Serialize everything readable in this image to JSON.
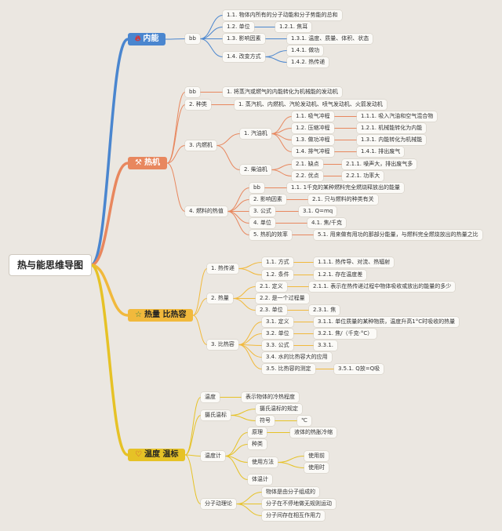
{
  "title": "热与能思维导图",
  "branches": {
    "neineng": {
      "label": "内能",
      "icon": "fire-icon",
      "color": "#4a86cf"
    },
    "reji": {
      "label": "热机",
      "icon": "hammer-icon",
      "color": "#e8875e"
    },
    "reliang": {
      "label": "热量 比热容",
      "icon": "star-icon",
      "color": "#f1b93c"
    },
    "wendu": {
      "label": "温度 温标",
      "icon": "heart-icon",
      "color": "#e6c226"
    }
  },
  "neineng": {
    "bb": "bb",
    "def": "1.1. 物体内所有的分子动能和分子势能的总和",
    "unit": "1.2. 单位",
    "unit_val": "1.2.1. 焦耳",
    "factors": "1.3. 影响因素",
    "factors_val": "1.3.1. 温度、质量、体积、状态",
    "change": "1.4. 改变方式",
    "change_1": "1.4.1. 做功",
    "change_2": "1.4.2. 热传递"
  },
  "reji": {
    "bb": "bb",
    "def": "1. 将蒸汽或燃气的内能转化为机械能的发动机",
    "kinds": "2. 种类",
    "kinds_val": "1. 蒸汽机、内燃机、汽轮发动机、喷气发动机、火箭发动机",
    "ic": "3. 内燃机",
    "gas": "1. 汽油机",
    "s1": "1.1. 吸气冲程",
    "s1v": "1.1.1. 吸入汽油和空气混合物",
    "s2": "1.2. 压缩冲程",
    "s2v": "1.2.1. 机械能转化为内能",
    "s3": "1.3. 做功冲程",
    "s3v": "1.3.1. 内能转化为机械能",
    "s4": "1.4. 排气冲程",
    "s4v": "1.4.1. 排出废气",
    "diesel": "2. 柴油机",
    "cons": "2.1. 缺点",
    "cons_v": "2.1.1. 噪声大，排出废气多",
    "pros": "2.2. 优点",
    "pros_v": "2.2.1. 功率大",
    "fuel": "4. 燃料的热值",
    "fuel_bb": "bb",
    "fuel_bb_v": "1.1. 1千克的某种燃料完全燃烧释放出的能量",
    "fuel_f": "2. 影响因素",
    "fuel_f_v": "2.1. 只与燃料的种类有关",
    "fuel_formula": "3. 公式",
    "fuel_formula_v": "3.1. Q=mq",
    "fuel_unit": "4. 单位",
    "fuel_unit_v": "4.1. 焦/千克",
    "eff": "5. 热机的效率",
    "eff_v": "5.1. 用来做有用功的那部分能量，与燃料完全燃烧放出的热量之比"
  },
  "reliang": {
    "ht": "1. 热传递",
    "ht_way": "1.1. 方式",
    "ht_way_v": "1.1.1. 热传导、对流、热辐射",
    "ht_cond": "1.2. 条件",
    "ht_cond_v": "1.2.1. 存在温度差",
    "q": "2. 热量",
    "q_def": "2.1. 定义",
    "q_def_v": "2.1.1. 表示在热传递过程中物体吸收或放出的能量的多少",
    "q_proc": "2.2. 是一个过程量",
    "q_unit": "2.3. 单位",
    "q_unit_v": "2.3.1. 焦",
    "c": "3. 比热容",
    "c_def": "3.1. 定义",
    "c_def_v": "3.1.1. 单位质量的某种物质，温度升高1°C时吸收的热量",
    "c_unit": "3.2. 单位",
    "c_unit_v": "3.2.1. 焦/（千克·°C）",
    "c_formula": "3.3. 公式",
    "c_formula_v": "3.3.1.",
    "c_water": "3.4. 水的比热容大的应用",
    "c_meas": "3.5. 比热容的测定",
    "c_meas_v": "3.5.1. Q放=Q吸"
  },
  "wendu": {
    "t": "温度",
    "t_v": "表示物体的冷热程度",
    "scale": "摄氏温标",
    "scale_def": "摄氏温标的规定",
    "symbol": "符号",
    "symbol_v": "℃",
    "thermo": "温度计",
    "principle": "原理",
    "principle_v": "液体的热胀冷缩",
    "kinds": "种类",
    "usage": "使用方法",
    "before": "使用前",
    "during": "使用时",
    "body": "体温计",
    "mol": "分子动理论",
    "mol_1": "物体是由分子组成的",
    "mol_2": "分子在不停地做无规则运动",
    "mol_3": "分子间存在相互作用力"
  }
}
